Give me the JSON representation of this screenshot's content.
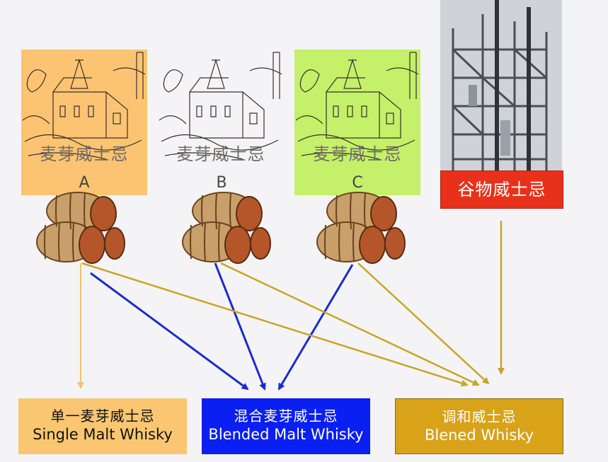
{
  "panels": [
    {
      "id": "a",
      "label": "麦芽威士忌",
      "letter": "A",
      "bg": "#fcc472"
    },
    {
      "id": "b",
      "label": "麦芽威士忌",
      "letter": "B",
      "bg": "#f4f4f6"
    },
    {
      "id": "c",
      "label": "麦芽威士忌",
      "letter": "C",
      "bg": "#c4f06a"
    }
  ],
  "grain": {
    "label": "谷物威士忌",
    "bg": "#e8311b"
  },
  "outputs": {
    "single": {
      "cn": "单一麦芽威士忌",
      "en": "Single Malt Whisky",
      "bg": "#fbc672"
    },
    "blended_malt": {
      "cn": "混合麦芽威士忌",
      "en": "Blended Malt Whisky",
      "bg": "#0a1ff2"
    },
    "blended": {
      "cn": "调和威士忌",
      "en": "Blened Whisky",
      "bg": "#d8a219"
    }
  },
  "colors": {
    "blue_arrow": "#1b2bd0",
    "gold_arrow": "#c8a528",
    "light_arrow": "#f2c46a",
    "barrel": "#b5562a"
  }
}
